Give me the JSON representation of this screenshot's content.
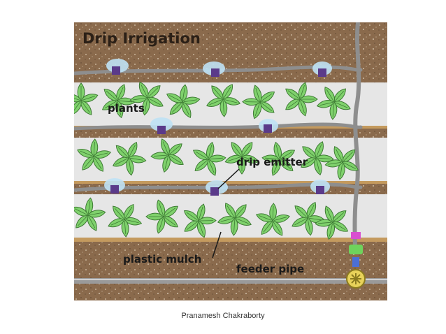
{
  "title": "Drip Irrigation",
  "labels": {
    "plants": "plants",
    "drip_emitter": "drip emitter",
    "plastic_mulch": "plastic mulch",
    "feeder_pipe": "feeder pipe"
  },
  "caption": "Pranamesh Chakraborty",
  "colors": {
    "soil": "#8a6a4c",
    "mulch": "#e6e6e6",
    "pipe": "#8e8e8e",
    "leaf": "#7fd16c",
    "leaf_outline": "#3e7a34",
    "emitter": "#5a3a8a",
    "water": "#bfe2f5",
    "valve": "#e8d25a"
  },
  "icons": [
    "emitter-icon",
    "valve-icon",
    "plant-icon"
  ]
}
